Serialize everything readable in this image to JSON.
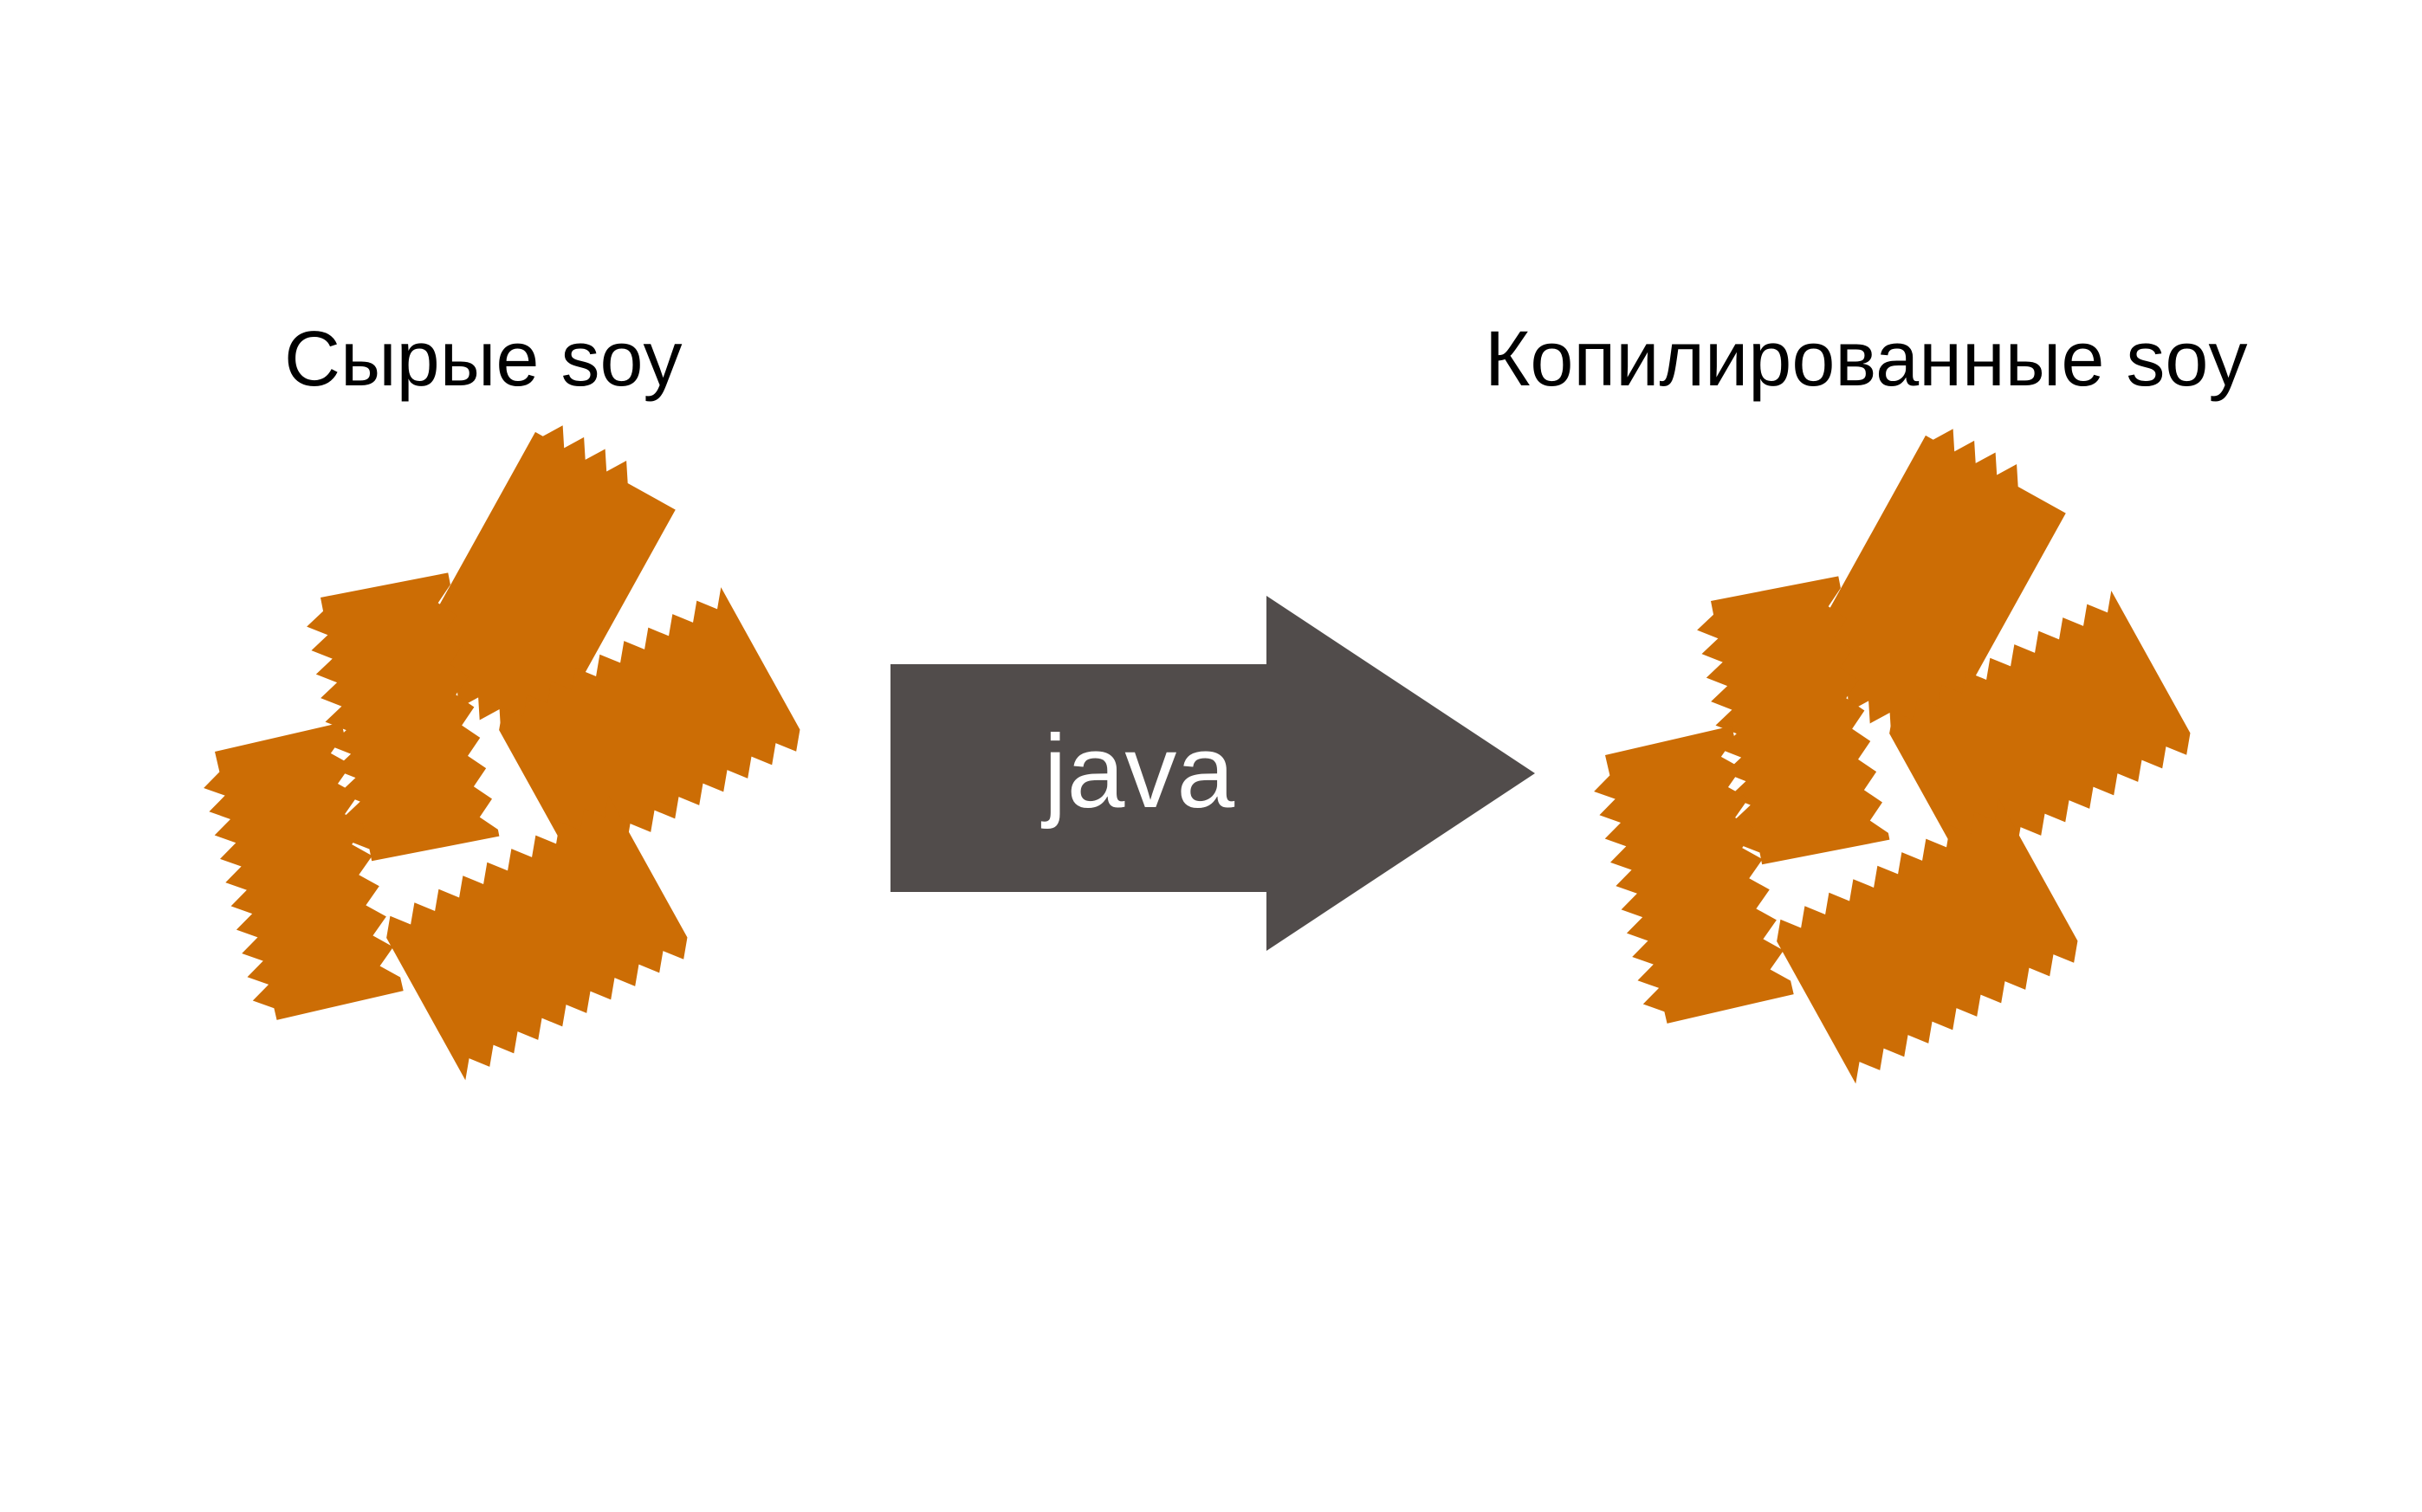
{
  "left_group": {
    "label": "Сырые soy",
    "icon": "pasta-pieces-icon"
  },
  "right_group": {
    "label": "Копилированные soy",
    "icon": "pasta-pieces-icon"
  },
  "arrow": {
    "label": "java",
    "icon": "right-arrow-icon",
    "color": "#514c4b",
    "text_color": "#ffffff"
  },
  "piece_color": "#cc6d05"
}
